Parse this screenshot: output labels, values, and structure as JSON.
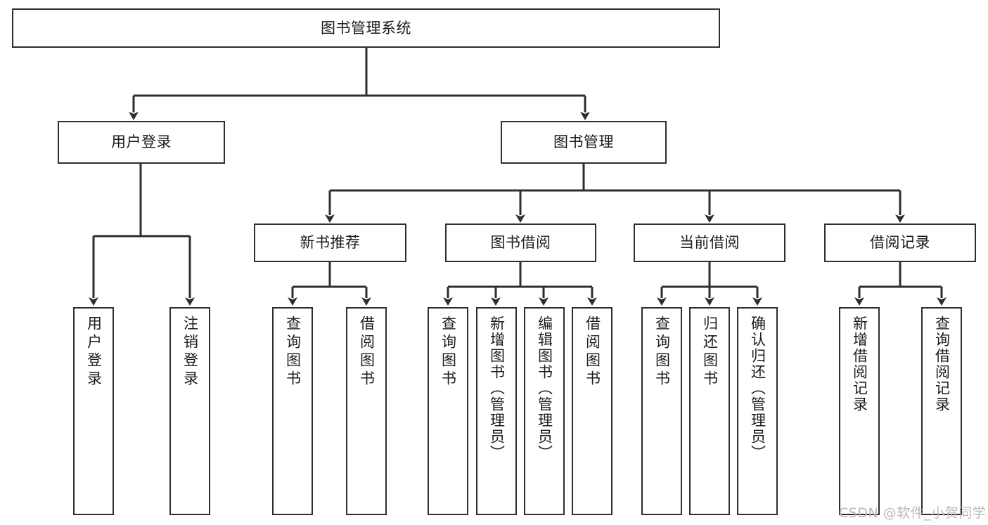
{
  "diagram": {
    "title": "图书管理系统",
    "type": "tree",
    "accent_colors": {
      "box_border": "#2e2e2e",
      "box_fill": "#ffffff",
      "edge": "#2e2e2e",
      "watermark": "#b9b9b9",
      "background": "#ffffff"
    },
    "root": {
      "label": "图书管理系统"
    },
    "level2": [
      {
        "id": "user-login",
        "label": "用户登录"
      },
      {
        "id": "book-manage",
        "label": "图书管理"
      }
    ],
    "level3": [
      {
        "id": "new-book-recommend",
        "label": "新书推荐"
      },
      {
        "id": "book-borrow",
        "label": "图书借阅"
      },
      {
        "id": "current-borrow",
        "label": "当前借阅"
      },
      {
        "id": "borrow-record",
        "label": "借阅记录"
      }
    ],
    "leaves": {
      "user_login": [
        {
          "id": "leaf-user-login",
          "label": "用户登录"
        },
        {
          "id": "leaf-logout-login",
          "label": "注销登录"
        }
      ],
      "new_book_recommend": [
        {
          "id": "leaf-query-book-1",
          "label": "查询图书"
        },
        {
          "id": "leaf-borrow-book-1",
          "label": "借阅图书"
        }
      ],
      "book_borrow": [
        {
          "id": "leaf-query-book-2",
          "label": "查询图书"
        },
        {
          "id": "leaf-add-book",
          "label": "新增图书（管理员）"
        },
        {
          "id": "leaf-edit-book",
          "label": "编辑图书（管理员）"
        },
        {
          "id": "leaf-borrow-book-2",
          "label": "借阅图书"
        }
      ],
      "current_borrow": [
        {
          "id": "leaf-query-book-3",
          "label": "查询图书"
        },
        {
          "id": "leaf-return-book",
          "label": "归还图书"
        },
        {
          "id": "leaf-confirm-return",
          "label": "确认归还（管理员）"
        }
      ],
      "borrow_record": [
        {
          "id": "leaf-add-record",
          "label": "新增借阅记录"
        },
        {
          "id": "leaf-query-record",
          "label": "查询借阅记录"
        }
      ]
    },
    "watermark": "CSDN @软件_小贺同学"
  }
}
